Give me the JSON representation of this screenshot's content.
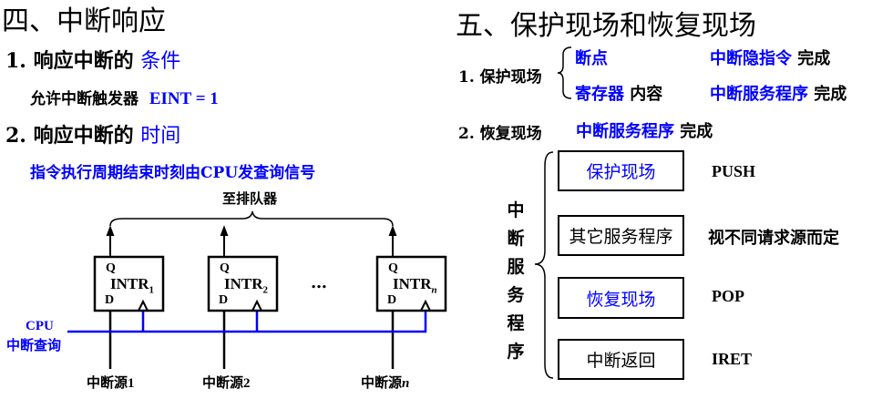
{
  "left": {
    "title": "四、中断响应",
    "section1": {
      "prefix": "1. 响应中断的 ",
      "highlight": "条件"
    },
    "condition": {
      "text": "允许中断触发器",
      "expr": "EINT = 1"
    },
    "section2": {
      "prefix": "2. 响应中断的 ",
      "highlight": "时间"
    },
    "timing": "指令执行周期结束时刻由CPU发查询信号",
    "diagram": {
      "queue_label": "至排队器",
      "cpu_label": "CPU",
      "query_label": "中断查询",
      "ellipsis": "…",
      "flipflops": [
        {
          "q": "Q",
          "d": "D",
          "name": "INTR",
          "sub": "1",
          "source": "中断源",
          "source_num": "1",
          "italic": false
        },
        {
          "q": "Q",
          "d": "D",
          "name": "INTR",
          "sub": "2",
          "source": "中断源",
          "source_num": "2",
          "italic": false
        },
        {
          "q": "Q",
          "d": "D",
          "name": "INTR",
          "sub": "n",
          "source": "中断源",
          "source_num": "n",
          "italic": true
        }
      ]
    }
  },
  "right": {
    "title": "五、保护现场和恢复现场",
    "protect": {
      "label": "1. 保护现场",
      "rows": [
        {
          "item_blue": "断点",
          "item_black": "",
          "by_blue": "中断隐指令",
          "by_black": " 完成"
        },
        {
          "item_blue": "寄存器",
          "item_black": " 内容",
          "by_blue": "中断服务程序",
          "by_black": " 完成"
        }
      ]
    },
    "restore": {
      "label": "2. 恢复现场",
      "by_blue": "中断服务程序",
      "by_black": " 完成"
    },
    "isr": {
      "vertical_label": [
        "中",
        "断",
        "服",
        "务",
        "程",
        "序"
      ],
      "steps": [
        {
          "box": "保护现场",
          "blue": true,
          "note": "PUSH"
        },
        {
          "box": "其它服务程序",
          "blue": false,
          "note": "视不同请求源而定"
        },
        {
          "box": "恢复现场",
          "blue": true,
          "note": "POP"
        },
        {
          "box": "中断返回",
          "blue": false,
          "note": "IRET"
        }
      ]
    }
  },
  "colors": {
    "accent": "#0000ff",
    "text": "#000000"
  }
}
